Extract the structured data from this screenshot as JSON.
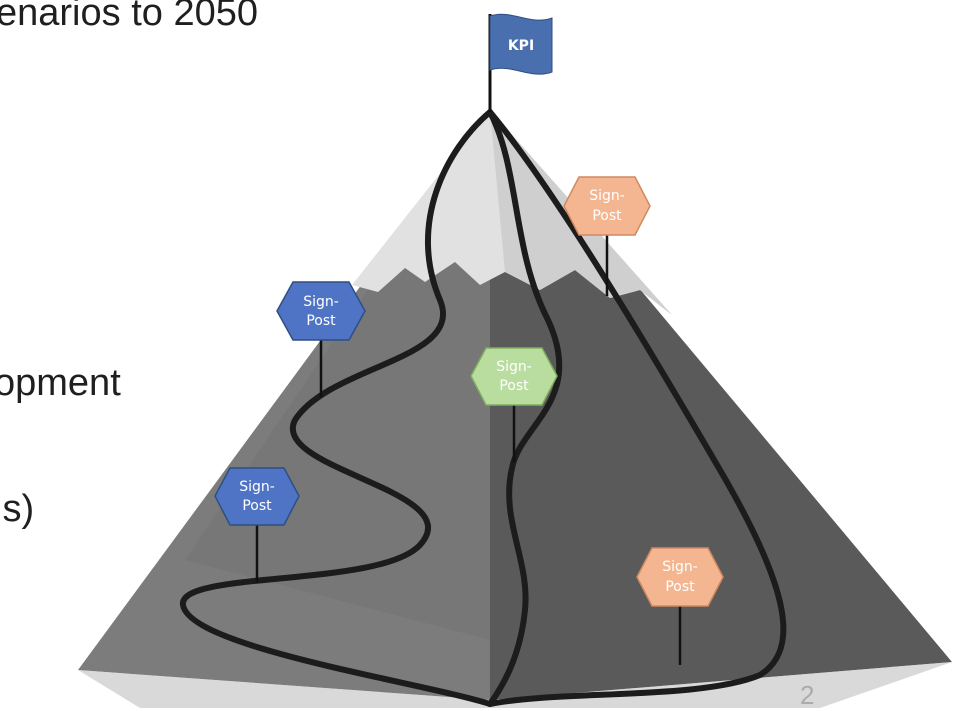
{
  "slide": {
    "title_fragment": "enarios to 2050",
    "bullet_fragment_1": "opment",
    "bullet_fragment_2": "ls)",
    "page_number": "2"
  },
  "diagram": {
    "flag_label": "KPI",
    "signposts": [
      {
        "line1": "Sign-",
        "line2": "Post",
        "color": "blue"
      },
      {
        "line1": "Sign-",
        "line2": "Post",
        "color": "blue"
      },
      {
        "line1": "Sign-",
        "line2": "Post",
        "color": "green"
      },
      {
        "line1": "Sign-",
        "line2": "Post",
        "color": "orange"
      },
      {
        "line1": "Sign-",
        "line2": "Post",
        "color": "orange"
      }
    ],
    "colors": {
      "blue": "#4f74c5",
      "green": "#b9dc9f",
      "orange": "#f4b690",
      "mountain_dark": "#5a5a5a",
      "mountain_light": "#7c7c7c",
      "snow": "#e0e0e0"
    }
  }
}
